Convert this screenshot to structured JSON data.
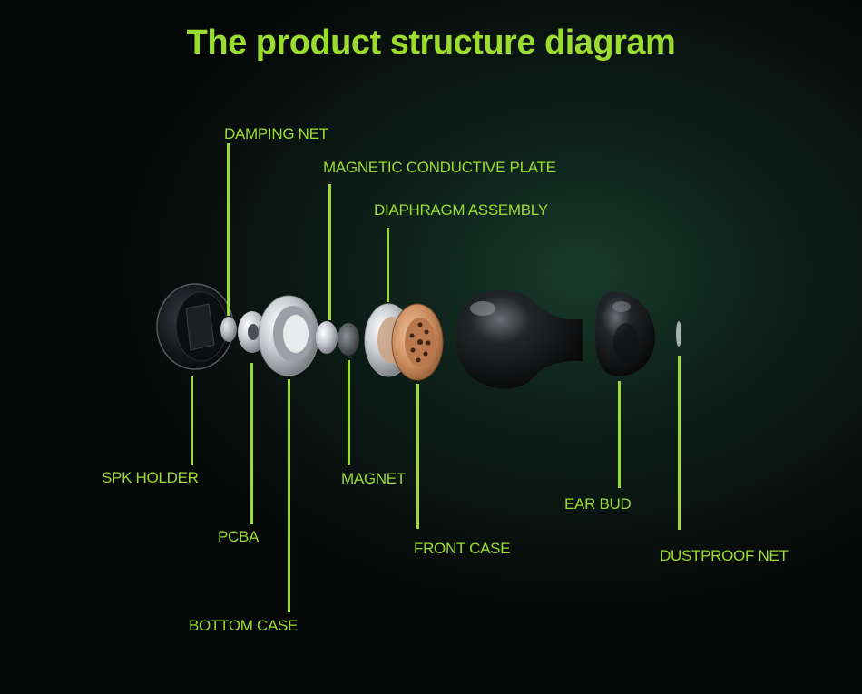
{
  "title": "The product structure diagram",
  "colors": {
    "accent": "#9bdc2e",
    "background": "#0b1411"
  },
  "labels": {
    "damping_net": "DAMPING NET",
    "magnetic_plate": "MAGNETIC CONDUCTIVE PLATE",
    "diaphragm": "DIAPHRAGM ASSEMBLY",
    "spk_holder": "SPK HOLDER",
    "pcba": "PCBA",
    "bottom_case": "BOTTOM CASE",
    "magnet": "MAGNET",
    "front_case": "FRONT CASE",
    "ear_bud": "EAR BUD",
    "dustproof_net": "DUSTPROOF NET"
  }
}
